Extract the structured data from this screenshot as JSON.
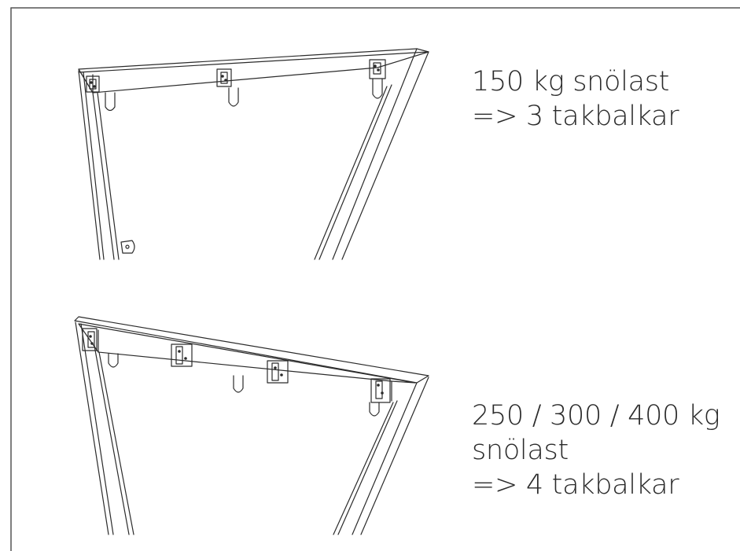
{
  "panels": [
    {
      "caption_lines": [
        "150 kg snölast",
        "=> 3 takbalkar"
      ],
      "roof_beam_count": 3
    },
    {
      "caption_lines": [
        "250 / 300 / 400 kg",
        "snölast",
        "=> 4 takbalkar"
      ],
      "roof_beam_count": 4
    }
  ],
  "colors": {
    "line": "#2b2b2b",
    "text": "#2b2b2b",
    "background": "#ffffff",
    "border": "#555555"
  }
}
